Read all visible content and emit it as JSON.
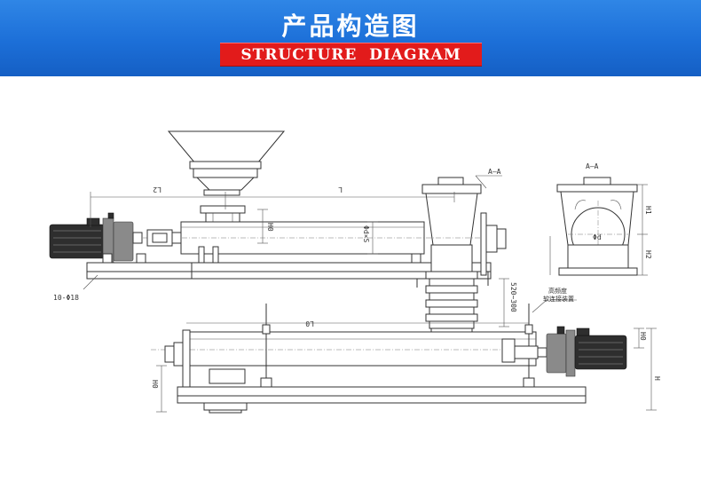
{
  "header": {
    "title_cn": "产品构造图",
    "title_en": "STRUCTURE  DIAGRAM",
    "background_color": "#1c6fd8",
    "badge_color": "#e21b1b"
  },
  "drawing": {
    "labels": {
      "l2": "L2",
      "l": "L",
      "section_aa_main": "A—A",
      "section_aa_side": "A—A",
      "h0_top": "H0",
      "phi_d_s": "Φd×S",
      "bolts": "10-Φ18",
      "range": "520~300",
      "l0": "L0",
      "h0_right": "H0",
      "h": "H",
      "h0_left": "H0",
      "h1_side": "H1",
      "h2_side": "H2",
      "d_side": "Φd",
      "note_line1": "高频度",
      "note_line2": "软连接装置"
    }
  }
}
